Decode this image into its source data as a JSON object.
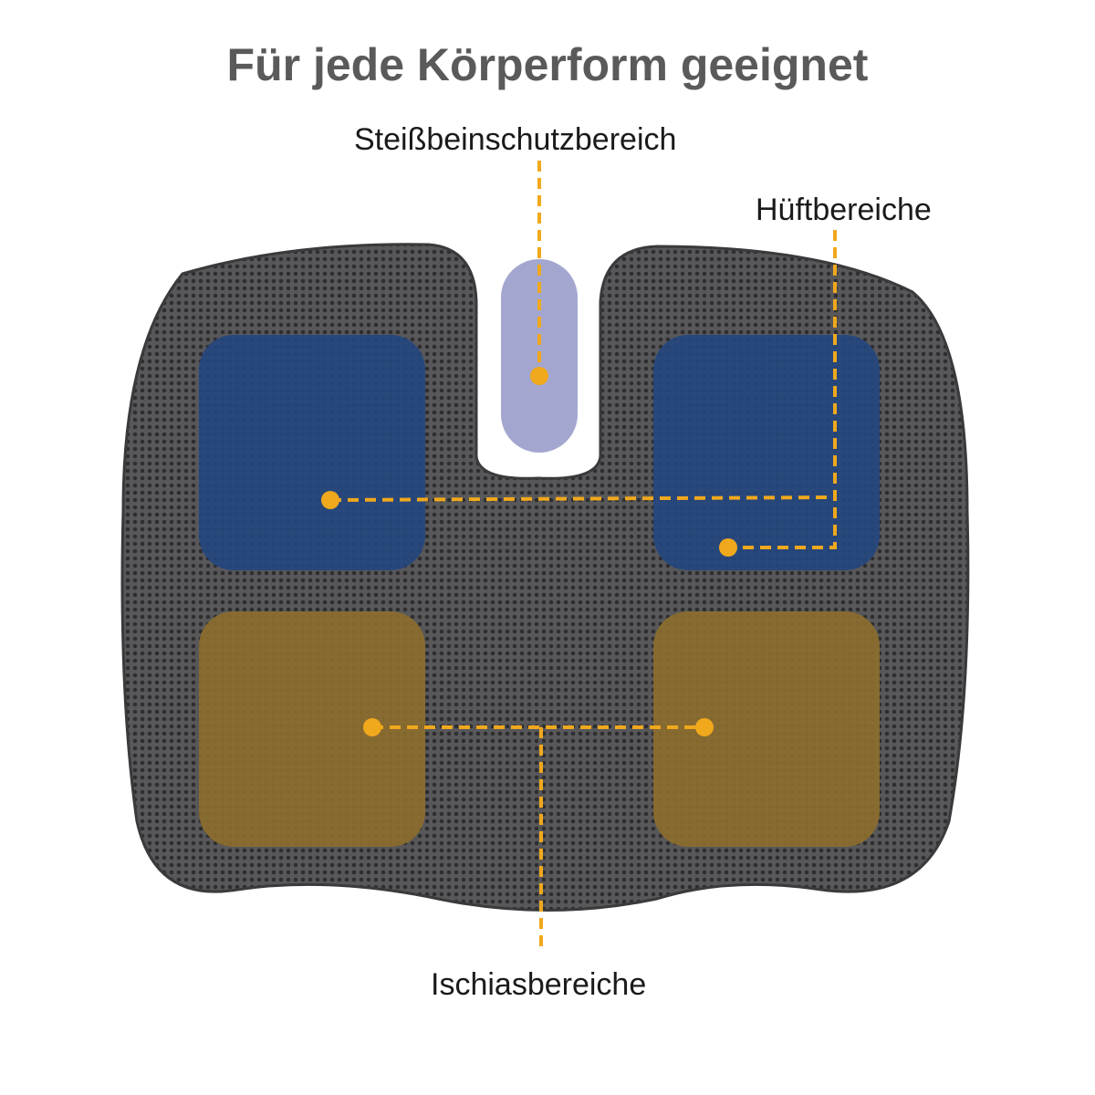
{
  "title": "Für jede Körperform geeignet",
  "labels": {
    "coccyx": "Steißbeinschutzbereich",
    "hip": "Hüftbereiche",
    "sciatic": "Ischiasbereiche"
  },
  "colors": {
    "cushion": "#4a4a4c",
    "coccyx_zone": "#a3a7cf",
    "hip_zone": "#24477f",
    "sciatic_zone": "#8c6d2c",
    "accent": "#f0a81c",
    "title": "#5a5a5a"
  }
}
